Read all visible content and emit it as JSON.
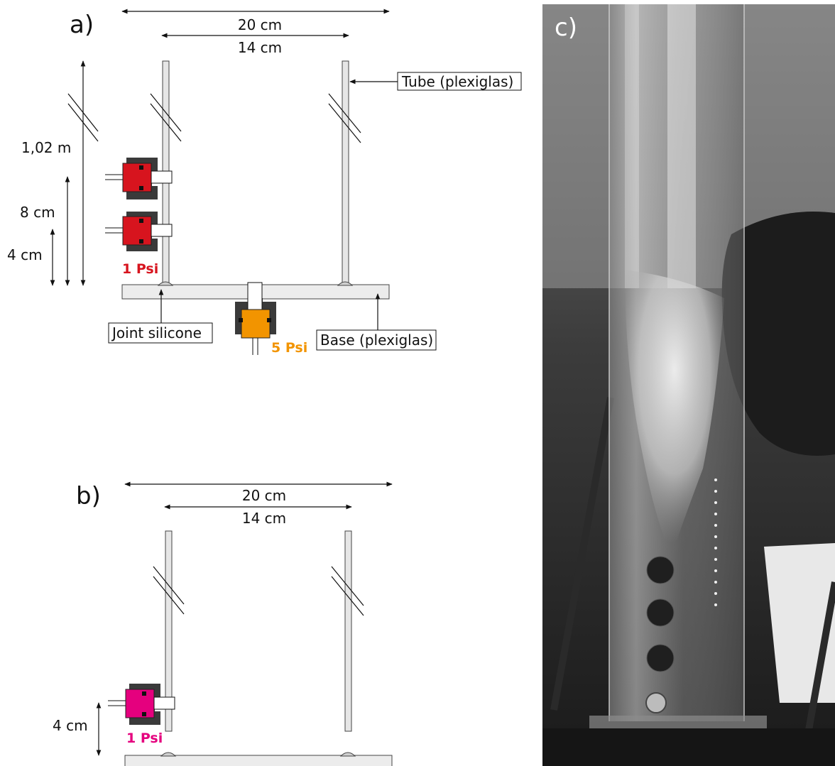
{
  "panel_a": {
    "label": "a)",
    "outer_width": "20 cm",
    "inner_width": "14 cm",
    "height_total": "1,02 m",
    "height_upper": "8 cm",
    "height_lower": "4 cm",
    "tube_callout": "Tube (plexiglas)",
    "joint_callout": "Joint silicone",
    "base_callout": "Base (plexiglas)",
    "side_valve_pressure": "1 Psi",
    "bottom_valve_pressure": "5 Psi"
  },
  "panel_b": {
    "label": "b)",
    "outer_width": "20 cm",
    "inner_width": "14 cm",
    "height": "4 cm",
    "valve_pressure": "1 Psi"
  },
  "panel_c": {
    "label": "c)"
  },
  "colors": {
    "valve_red": "#d7141e",
    "valve_orange": "#f29400",
    "valve_magenta": "#e5007e",
    "valve_body": "#3a3a3a",
    "tube_fill": "#e6e6e6",
    "base_fill": "#ececec"
  },
  "icons": {
    "arrow": "double-headed-arrow",
    "break": "axis-break-marks"
  }
}
